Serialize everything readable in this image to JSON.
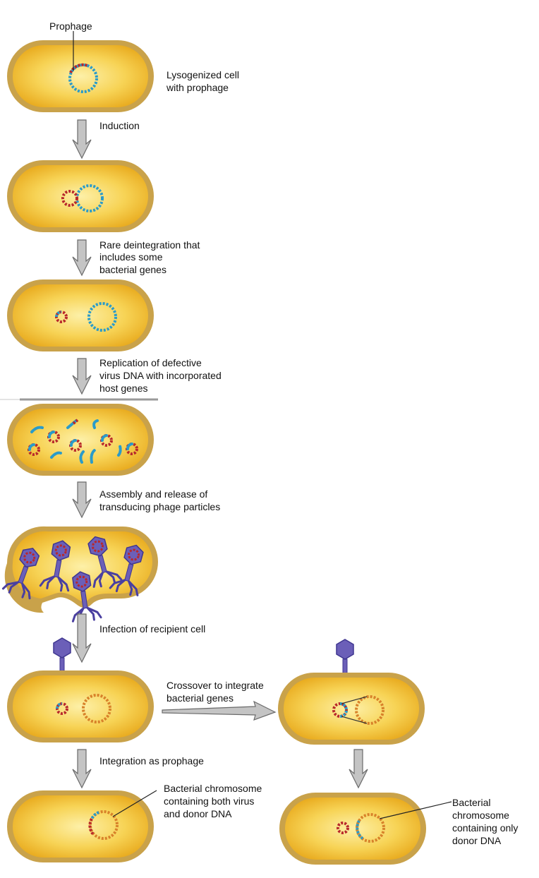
{
  "labels": {
    "prophage": "Prophage",
    "lysogenized_1": "Lysogenized cell",
    "lysogenized_2": "with prophage",
    "induction": "Induction",
    "rare_1": "Rare deintegration that",
    "rare_2": "includes some",
    "rare_3": "bacterial genes",
    "replication_1": "Replication of defective",
    "replication_2": "virus DNA with incorporated",
    "replication_3": "host genes",
    "assembly_1": "Assembly and release of",
    "assembly_2": "transducing phage particles",
    "infection": "Infection of recipient cell",
    "crossover_1": "Crossover to integrate",
    "crossover_2": "bacterial genes",
    "integration": "Integration as prophage",
    "both_1": "Bacterial chromosome",
    "both_2": "containing both virus",
    "both_3": "and donor DNA",
    "only_1": "Bacterial",
    "only_2": "chromosome",
    "only_3": "containing only",
    "only_4": "donor DNA"
  },
  "colors": {
    "cell_outer": "#c9a24a",
    "cell_fill": "#f2c12e",
    "cell_inner": "#fbe590",
    "bacterial_dna": "#2a9bc9",
    "viral_dna": "#b8282b",
    "donor_dna": "#d8822a",
    "phage": "#6b5fb8",
    "arrow_fill": "#c4c4c4",
    "arrow_stroke": "#6b6b6b"
  }
}
